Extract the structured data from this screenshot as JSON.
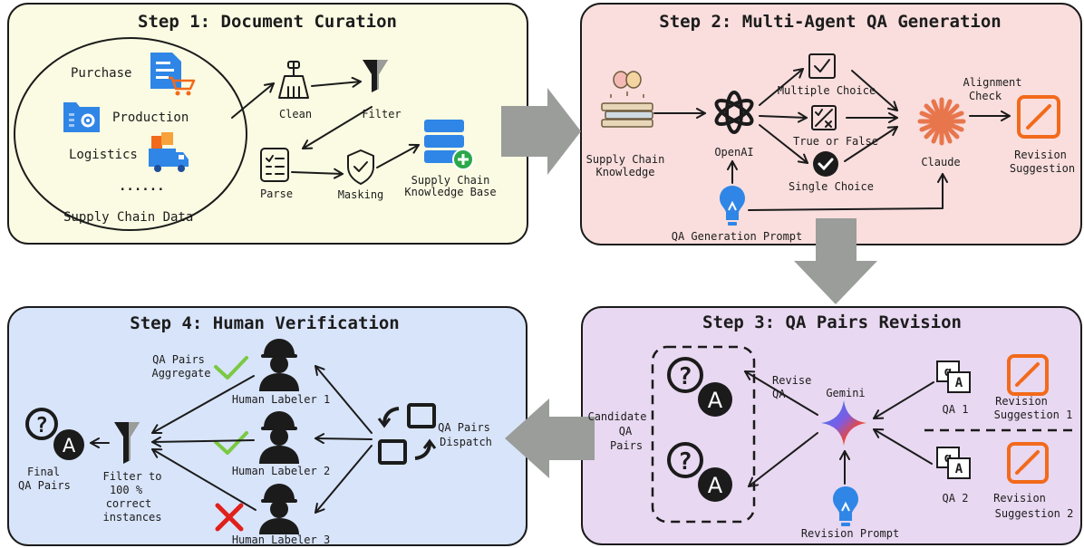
{
  "steps": {
    "step1": {
      "title": "Step 1: Document Curation",
      "color": "#fbfbe3"
    },
    "step2": {
      "title": "Step 2: Multi-Agent QA Generation",
      "color": "#f9dedd"
    },
    "step3": {
      "title": "Step 3: QA Pairs Revision",
      "color": "#e8d8f1"
    },
    "step4": {
      "title": "Step 4: Human Verification",
      "color": "#d8e4f9"
    }
  },
  "step1": {
    "purchase": "Purchase",
    "production": "Production",
    "logistics": "Logistics",
    "ellipsis": "......",
    "supply_chain_data": "Supply Chain Data",
    "clean": "Clean",
    "filter": "Filter",
    "parse": "Parse",
    "masking": "Masking",
    "kb_line1": "Supply Chain",
    "kb_line2": "Knowledge Base"
  },
  "step2": {
    "knowledge_line1": "Supply Chain",
    "knowledge_line2": "Knowledge",
    "openai": "OpenAI",
    "multiple_choice": "Multiple Choice",
    "true_false": "True or False",
    "single_choice": "Single Choice",
    "claude": "Claude",
    "alignment_line1": "Alignment",
    "alignment_line2": "Check",
    "revision_line1": "Revision",
    "revision_line2": "Suggestion",
    "prompt": "QA Generation Prompt"
  },
  "step3": {
    "candidate_line1": "Candidate",
    "candidate_line2": "QA",
    "candidate_line3": "Pairs",
    "revise_line1": "Revise",
    "revise_line2": "QA",
    "gemini": "Gemini",
    "qa1": "QA 1",
    "qa2": "QA 2",
    "rev1_line1": "Revision",
    "rev1_line2": "Suggestion 1",
    "rev2_line1": "Revision",
    "rev2_line2": "Suggestion 2",
    "prompt": "Revision Prompt"
  },
  "step4": {
    "aggregate_line1": "QA Pairs",
    "aggregate_line2": "Aggregate",
    "labeler1": "Human Labeler 1",
    "labeler2": "Human Labeler 2",
    "labeler3": "Human Labeler 3",
    "dispatch_line1": "QA Pairs",
    "dispatch_line2": "Dispatch",
    "final_line1": "Final",
    "final_line2": "QA Pairs",
    "filter_line1": "Filter to",
    "filter_line2": "100 %",
    "filter_line3": "correct",
    "filter_line4": "instances"
  },
  "icons": {
    "qa_question": "?",
    "qa_answer": "A",
    "qa_doc_q": "q",
    "qa_doc_a": "A"
  },
  "colors": {
    "accent_blue": "#2f86e6",
    "accent_orange": "#f26a1b",
    "check_green": "#7ac943",
    "cross_red": "#e0201b",
    "arrow_grey": "#9a9d99"
  }
}
